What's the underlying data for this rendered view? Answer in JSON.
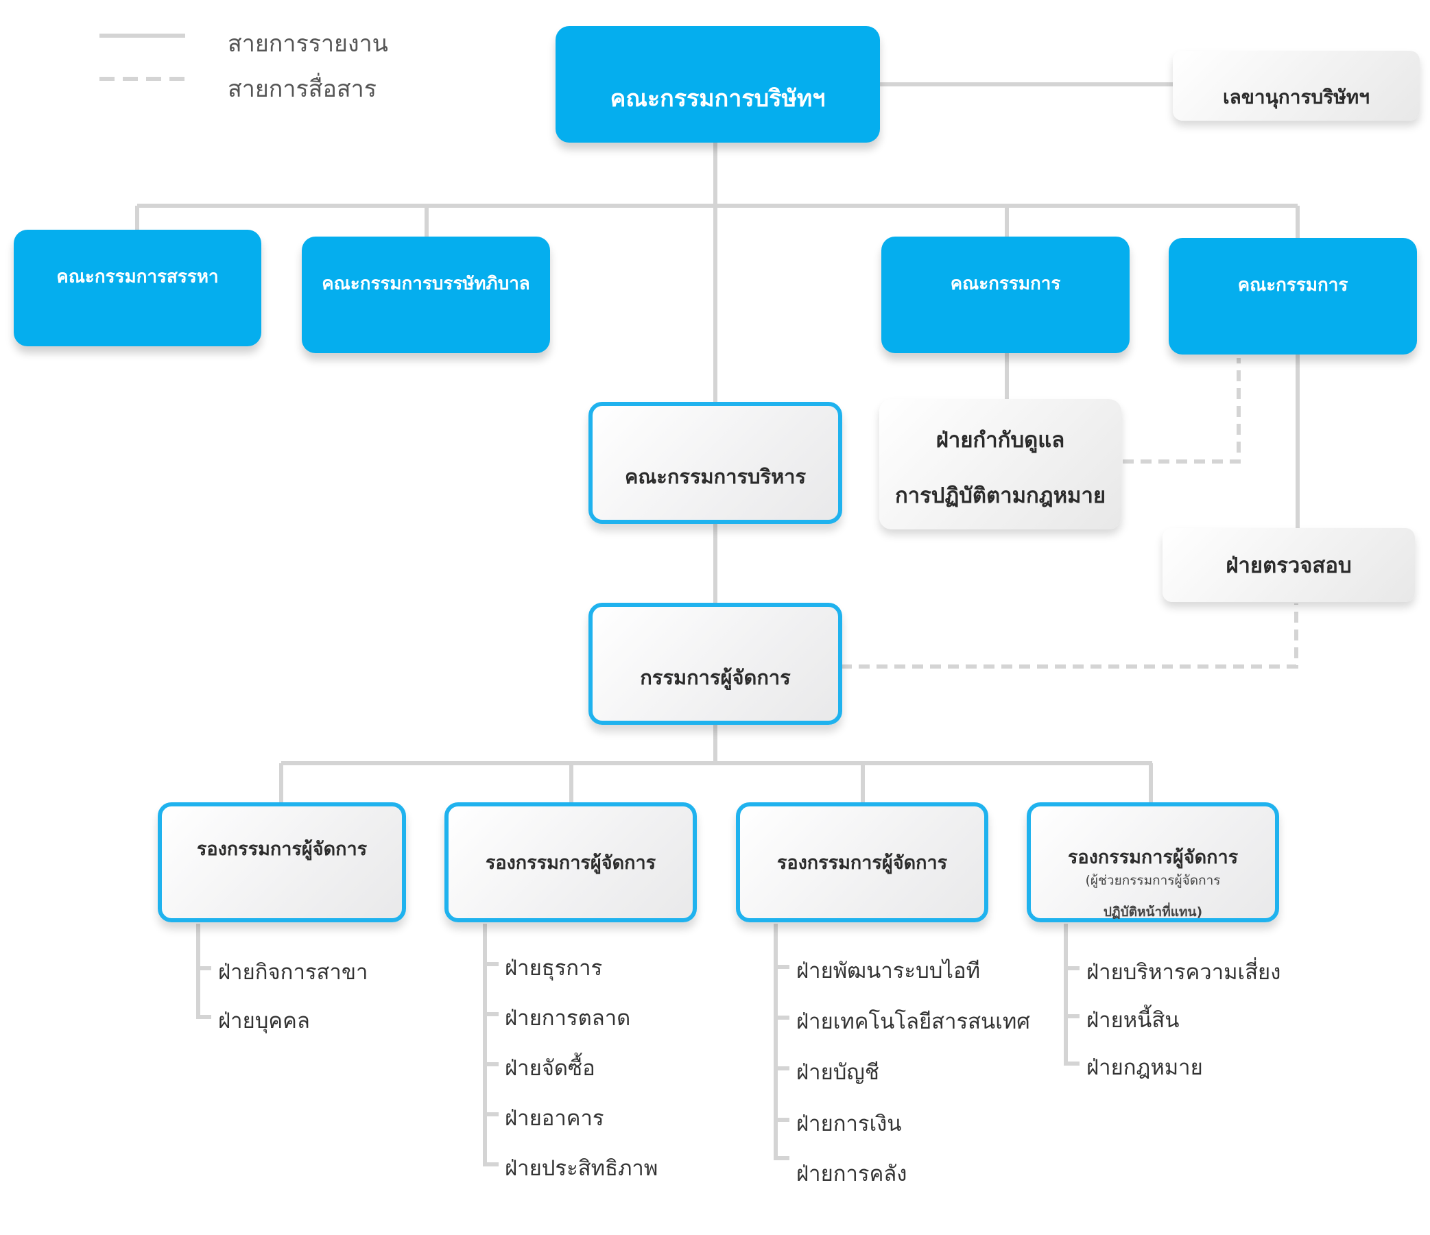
{
  "legend": {
    "solid_label": "สายการรายงาน",
    "dashed_label": "สายการสื่อสาร"
  },
  "colors": {
    "primary_blue": "#05aeee",
    "line_grey": "#d4d4d4",
    "text_dark": "#2b2b2b"
  },
  "board": {
    "label": "คณะกรรมการบริษัทฯ"
  },
  "secretary": {
    "label": "เลขานุการบริษัทฯ"
  },
  "committees": [
    {
      "label": "คณะกรรมการสรรหา"
    },
    {
      "label": "คณะกรรมการบรรษัทภิบาล"
    },
    {
      "label": "คณะกรรมการ"
    },
    {
      "label": "คณะกรรมการ"
    }
  ],
  "compliance": {
    "line1": "ฝ่ายกำกับดูแล",
    "line2": "การปฏิบัติตามกฎหมาย"
  },
  "audit": {
    "label": "ฝ่ายตรวจสอบ"
  },
  "executive_committee": {
    "label": "คณะกรรมการบริหาร"
  },
  "managing_director": {
    "label": "กรรมการผู้จัดการ"
  },
  "deputies": [
    {
      "label": "รองกรรมการผู้จัดการ",
      "departments": [
        "ฝ่ายกิจการสาขา",
        "ฝ่ายบุคคล"
      ]
    },
    {
      "label": "รองกรรมการผู้จัดการ",
      "departments": [
        "ฝ่ายธุรการ",
        "ฝ่ายการตลาด",
        "ฝ่ายจัดซื้อ",
        "ฝ่ายอาคาร",
        "ฝ่ายประสิทธิภาพ"
      ]
    },
    {
      "label": "รองกรรมการผู้จัดการ",
      "departments": [
        "ฝ่ายพัฒนาระบบไอที",
        "ฝ่ายเทคโนโลยีสารสนเทศ",
        "ฝ่ายบัญชี",
        "ฝ่ายการเงิน",
        "ฝ่ายการคลัง"
      ]
    },
    {
      "label": "รองกรรมการผู้จัดการ",
      "note_line1": "(ผู้ช่วยกรรมการผู้จัดการ",
      "note_line2": "ปฏิบัติหน้าที่แทน)",
      "departments": [
        "ฝ่ายบริหารความเสี่ยง",
        "ฝ่ายหนี้สิน",
        "ฝ่ายกฎหมาย"
      ]
    }
  ]
}
